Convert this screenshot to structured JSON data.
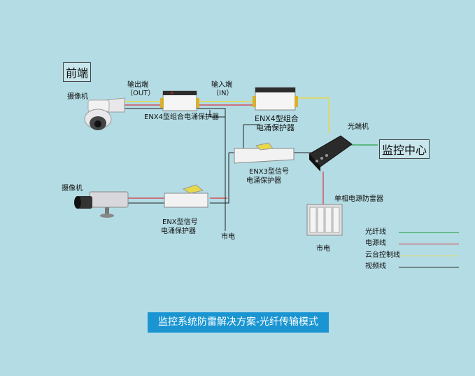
{
  "labels": {
    "front_end": "前端",
    "camera_top": "摄像机",
    "camera_bottom": "摄像机",
    "output_cn": "输出端",
    "output_en": "（OUT）",
    "input_cn": "输入端",
    "input_en": "（IN）",
    "enx4_left": "ENX4型组合电涌保护器",
    "enx4_right_1": "ENX4型组合",
    "enx4_right_2": "电涌保护器",
    "enx3_1": "ENX3型信号",
    "enx3_2": "电涌保护器",
    "enx_bottom_1": "ENX型信号",
    "enx_bottom_2": "电涌保护器",
    "optical": "光端机",
    "monitor_center": "监控中心",
    "single_phase": "单相电源防雷器",
    "mains_left": "市电",
    "mains_right": "市电",
    "device_brand": "A"
  },
  "legend": [
    {
      "label": "光纤线",
      "color": "#2aa34a"
    },
    {
      "label": "电源线",
      "color": "#d9343c"
    },
    {
      "label": "云台控制线",
      "color": "#e6d84a"
    },
    {
      "label": "视频线",
      "color": "#222222"
    }
  ],
  "title": "监控系统防雷解决方案-光纤传输模式",
  "colors": {
    "background": "#b4dce4",
    "title_bg": "#1a95d2"
  }
}
